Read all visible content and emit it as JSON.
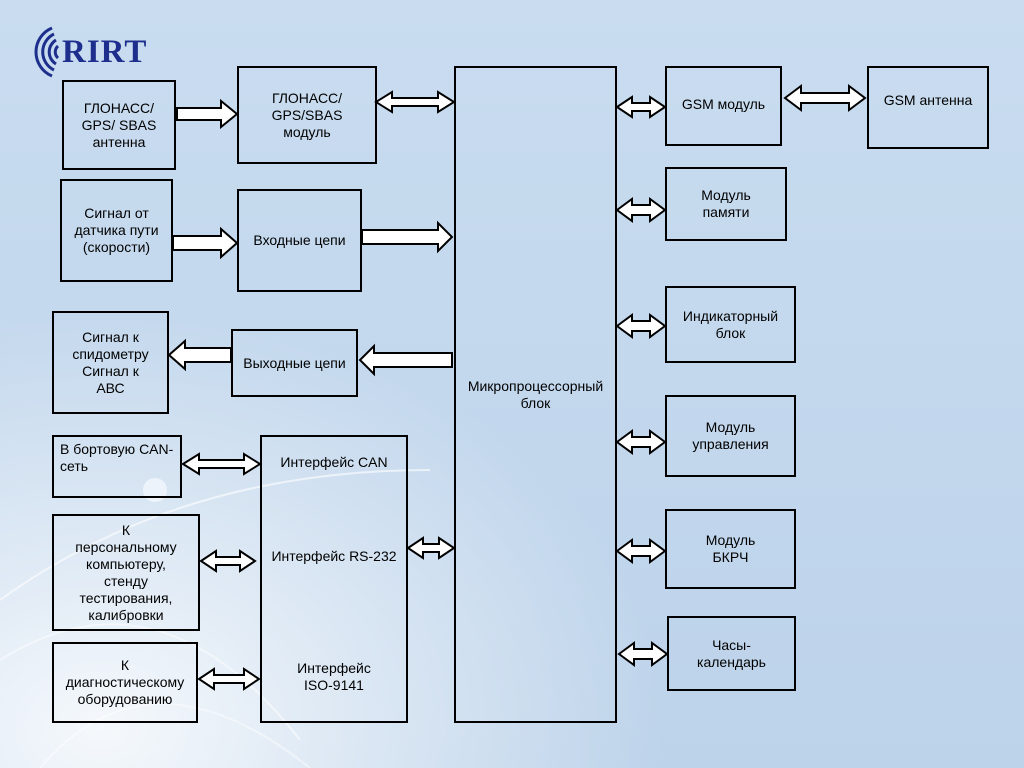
{
  "logo": {
    "text": "RIRT",
    "color": "#1d2e8c"
  },
  "colors": {
    "background": "#c5d9ef",
    "line": "#000000",
    "arrow_fill": "#ffffff"
  },
  "boxes": {
    "glonass_antenna": "ГЛОНАСС/\nGPS/ SBAS\nантенна",
    "glonass_module": "ГЛОНАСС/\nGPS/SBAS\nмодуль",
    "speed_sensor": "Сигнал от\nдатчика пути\n(скорости)",
    "input_circuits": "Входные цепи",
    "speedometer_signal": "Сигнал к\nспидометру\nСигнал к\nАВС",
    "output_circuits": "Выходные цепи",
    "can_network": "В бортовую CAN-\nсеть",
    "pc": "К\nперсональному\nкомпьютеру,\nстенду\nтестирования,\nкалибровки",
    "diag": "К\nдиагностическому\nоборудованию",
    "microprocessor": "Микропроцессорный\nблок",
    "gsm_module": "GSM модуль",
    "gsm_antenna": "GSM антенна",
    "memory_module": "Модуль\nпамяти",
    "indicator_block": "Индикаторный\nблок",
    "control_module": "Модуль\nуправления",
    "bkrch_module": "Модуль\nБКРЧ",
    "clock": "Часы-\nкалендарь"
  },
  "interfaces": {
    "can": "Интерфейс CAN",
    "rs232": "Интерфейс RS-232",
    "iso": "Интерфейс\nISO-9141"
  }
}
